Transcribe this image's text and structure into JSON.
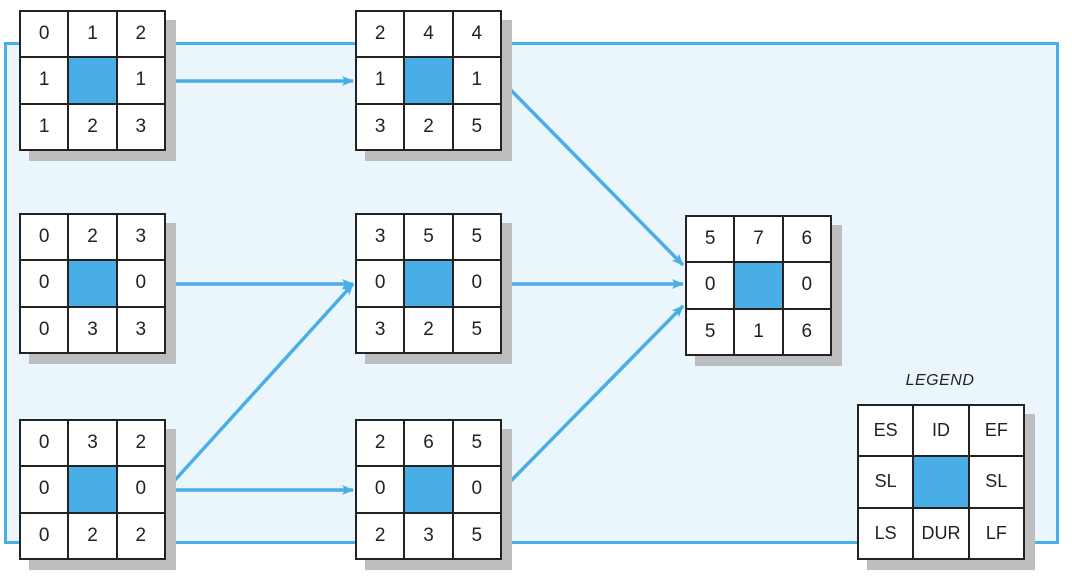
{
  "accent_color": "#48aee5",
  "nodes": [
    {
      "es": "0",
      "id": "1",
      "ef": "2",
      "sl_left": "1",
      "sl_right": "1",
      "ls": "1",
      "dur": "2",
      "lf": "3"
    },
    {
      "es": "2",
      "id": "4",
      "ef": "4",
      "sl_left": "1",
      "sl_right": "1",
      "ls": "3",
      "dur": "2",
      "lf": "5"
    },
    {
      "es": "0",
      "id": "2",
      "ef": "3",
      "sl_left": "0",
      "sl_right": "0",
      "ls": "0",
      "dur": "3",
      "lf": "3"
    },
    {
      "es": "3",
      "id": "5",
      "ef": "5",
      "sl_left": "0",
      "sl_right": "0",
      "ls": "3",
      "dur": "2",
      "lf": "5"
    },
    {
      "es": "5",
      "id": "7",
      "ef": "6",
      "sl_left": "0",
      "sl_right": "0",
      "ls": "5",
      "dur": "1",
      "lf": "6"
    },
    {
      "es": "0",
      "id": "3",
      "ef": "2",
      "sl_left": "0",
      "sl_right": "0",
      "ls": "0",
      "dur": "2",
      "lf": "2"
    },
    {
      "es": "2",
      "id": "6",
      "ef": "5",
      "sl_left": "0",
      "sl_right": "0",
      "ls": "2",
      "dur": "3",
      "lf": "5"
    }
  ],
  "edges": [
    {
      "from": "1",
      "to": "4"
    },
    {
      "from": "4",
      "to": "7"
    },
    {
      "from": "2",
      "to": "5"
    },
    {
      "from": "5",
      "to": "7"
    },
    {
      "from": "3",
      "to": "5"
    },
    {
      "from": "3",
      "to": "6"
    },
    {
      "from": "6",
      "to": "7"
    }
  ],
  "legend": {
    "title": "LEGEND",
    "es": "ES",
    "id": "ID",
    "ef": "EF",
    "sl_left": "SL",
    "sl_right": "SL",
    "ls": "LS",
    "dur": "DUR",
    "lf": "LF"
  }
}
